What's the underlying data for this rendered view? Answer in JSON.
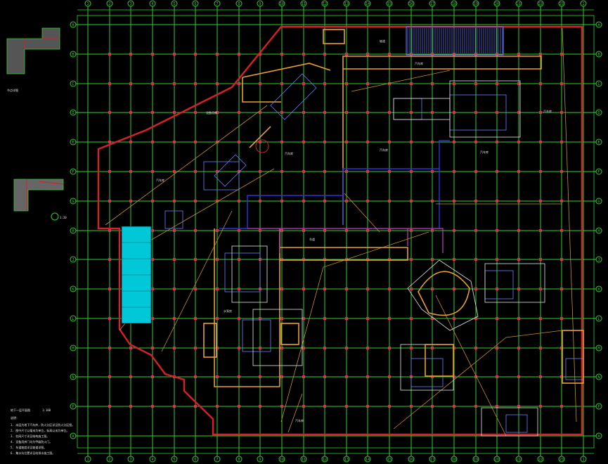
{
  "drawing": {
    "title": "地下一层平面图",
    "scale_note": "1:100",
    "x_axis_labels": [
      "1",
      "2",
      "3",
      "4",
      "5",
      "6",
      "7",
      "8",
      "9",
      "10",
      "11",
      "12",
      "13",
      "14",
      "15",
      "16",
      "17",
      "18",
      "19",
      "20",
      "21",
      "22",
      "23"
    ],
    "y_axis_labels": [
      "A",
      "B",
      "C",
      "D",
      "E",
      "F",
      "G",
      "H",
      "J",
      "K",
      "L",
      "M",
      "N",
      "P"
    ],
    "room_labels": [
      "汽车库",
      "设备用房",
      "汽车库",
      "汽车库",
      "汽车库",
      "汽车库",
      "车道",
      "汽车库",
      "坡道",
      "水泵房",
      "汽车库"
    ],
    "detail_labels": [
      "节点详图",
      "1:20"
    ],
    "notes": [
      "说明：",
      "1. 本层为地下汽车库，防火分区详见防火分区图。",
      "2. 图中尺寸以毫米为单位，标高以米为单位。",
      "3. 柱网尺寸详见结构施工图。",
      "4. 设备用房门均为甲级防火门。",
      "5. 车道坡度详见坡道详图。",
      "6. 集水坑位置详见给排水施工图。"
    ]
  },
  "colors": {
    "background": "#000000",
    "grid": "#2fd02f",
    "columns": "#d8314f",
    "boundary": "#d8202a",
    "walls_orange": "#e8a030",
    "fire_zone_blue": "#3030e0",
    "ramp_cyan": "#00c8d8",
    "stair_blue": "#6a7cff"
  }
}
